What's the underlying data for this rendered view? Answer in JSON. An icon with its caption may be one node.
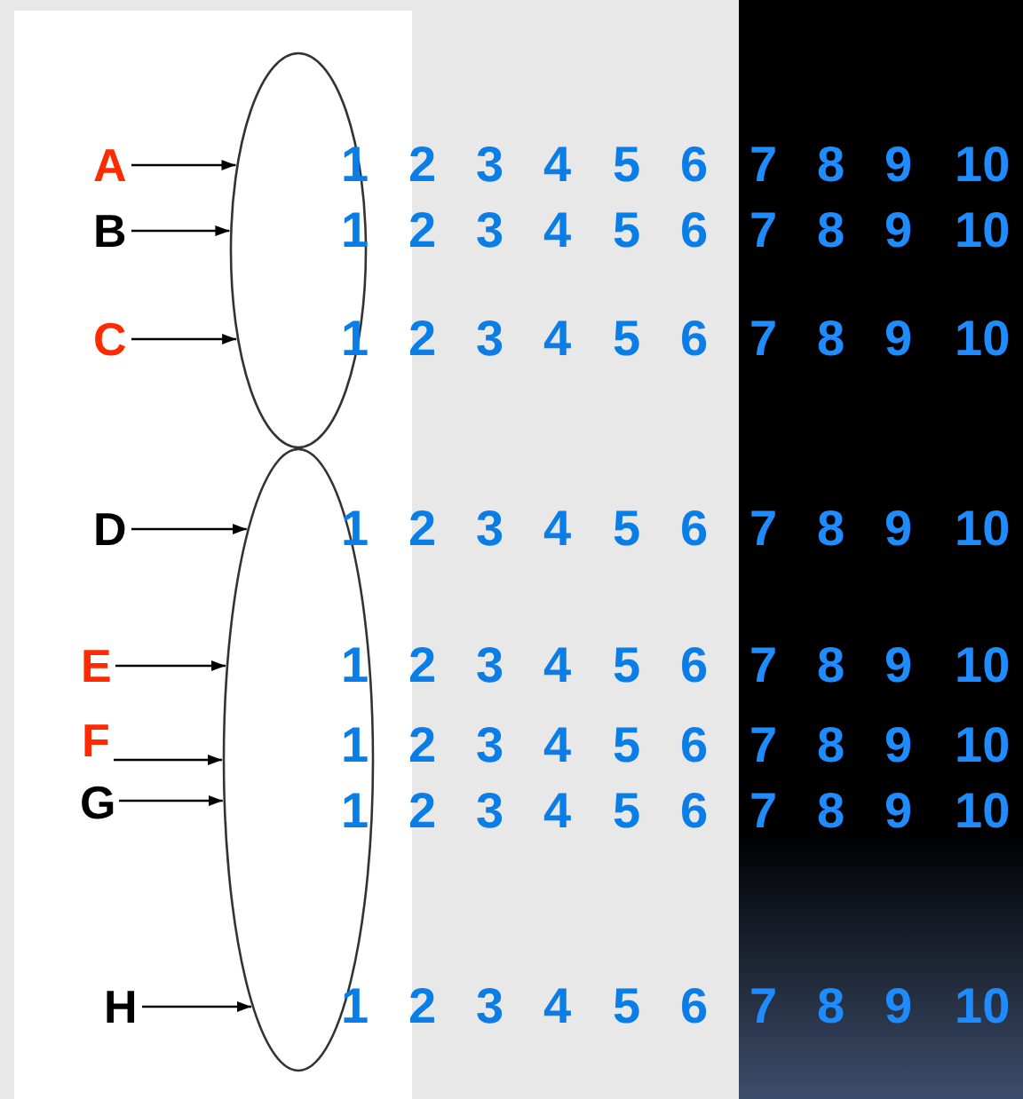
{
  "diagram": {
    "nodes": [
      {
        "text": [
          "A"
        ]
      },
      {
        "text": [
          "B"
        ]
      },
      {
        "text": [
          "C"
        ]
      },
      {
        "text": [
          "D"
        ]
      },
      {
        "text": [
          "E"
        ]
      },
      {
        "text": [
          "F"
        ]
      },
      {
        "text": [
          "G"
        ]
      },
      {
        "text": [
          "H"
        ]
      },
      {
        "text": [],
        "shape": "ellipse"
      },
      {
        "text": [],
        "shape": "ellipse"
      }
    ],
    "edges": [
      {
        "from": 0,
        "to": 8,
        "arrow": "to"
      },
      {
        "from": 1,
        "to": 8,
        "arrow": "to"
      },
      {
        "from": 2,
        "to": 8,
        "arrow": "to"
      },
      {
        "from": 3,
        "to": 9,
        "arrow": "to"
      },
      {
        "from": 4,
        "to": 9,
        "arrow": "to"
      },
      {
        "from": 5,
        "to": 9,
        "arrow": "to"
      },
      {
        "from": 6,
        "to": 9,
        "arrow": "to"
      },
      {
        "from": 7,
        "to": 9,
        "arrow": "to"
      }
    ],
    "labels": [
      "1",
      "2",
      "3",
      "4",
      "5",
      "6",
      "7",
      "8",
      "9",
      "10",
      "1",
      "2",
      "3",
      "4",
      "5",
      "6",
      "7",
      "8",
      "9",
      "10",
      "1",
      "2",
      "3",
      "4",
      "5",
      "6",
      "7",
      "8",
      "9",
      "10",
      "1",
      "2",
      "3",
      "4",
      "5",
      "6",
      "7",
      "8",
      "9",
      "10",
      "1",
      "2",
      "3",
      "4",
      "5",
      "6",
      "7",
      "8",
      "9",
      "10",
      "1",
      "2",
      "3",
      "4",
      "5",
      "6",
      "7",
      "8",
      "9",
      "10",
      "1",
      "2",
      "3",
      "4",
      "5",
      "6",
      "7",
      "8",
      "9",
      "10",
      "1",
      "2",
      "3",
      "4",
      "5",
      "6",
      "7",
      "8",
      "9",
      "10"
    ]
  }
}
